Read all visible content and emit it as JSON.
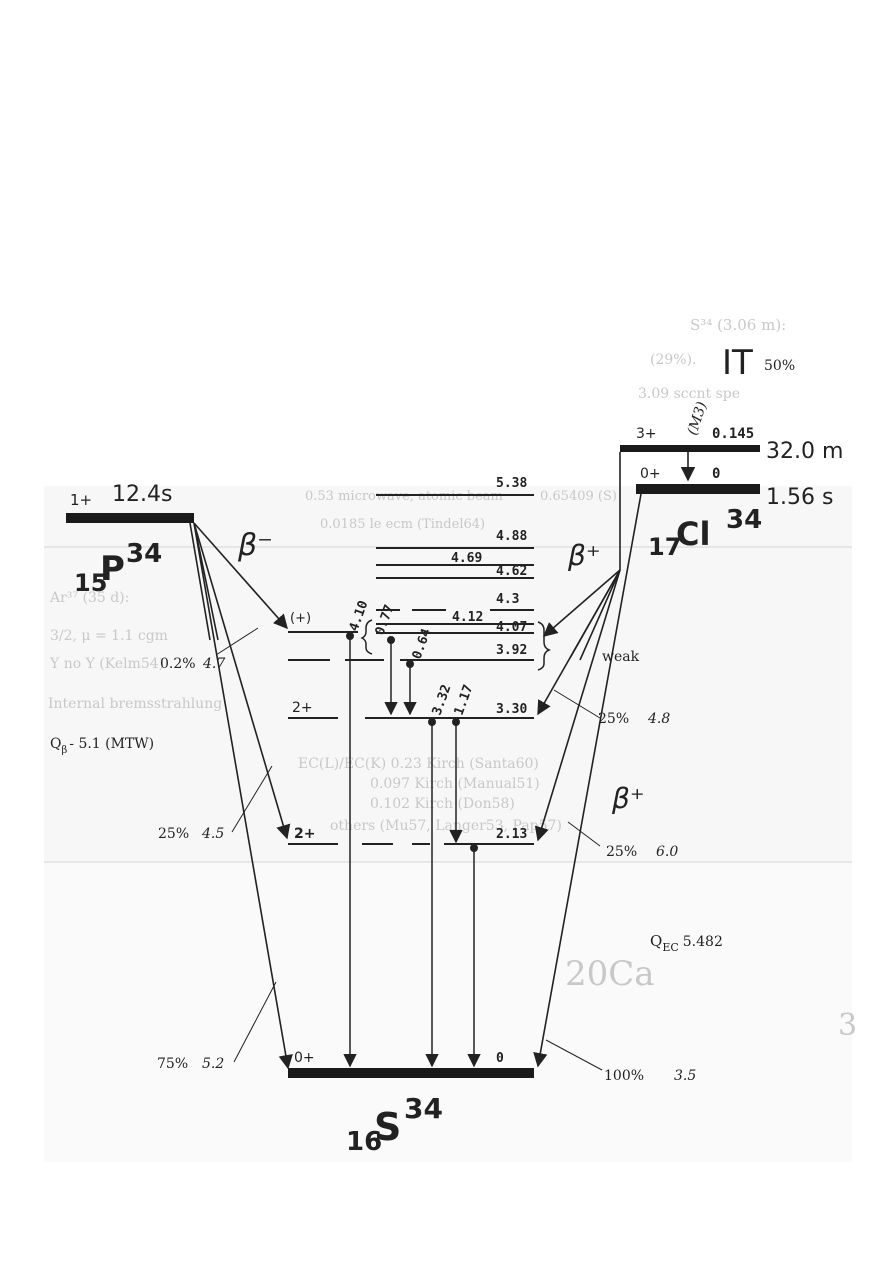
{
  "ghost_text": [
    "S³⁴ (3.06 m):",
    "(29%).",
    "3.09 sccnt spe",
    "0.53 microwave, atomic beam",
    "0.0185 le ecm (Tindel64)",
    "0.65409 (S)",
    "Ar³⁷ (35 d):",
    "3/2, μ = 1.1 cgm",
    "Y no Y (Kelm54)",
    "Internal bremsstrahlung",
    "EC(L)/EC(K) 0.23 Kirch (Santa60)",
    "0.097 Kirch (Manual51)",
    "0.102 Kirch (Don58)",
    "others (Mu57, Langer53, Pap57)",
    "20Ca",
    "3"
  ],
  "parents": {
    "p34": {
      "nucleus_Z": "15",
      "nucleus_sym": "P",
      "nucleus_A": "34",
      "halflife": "12.4s",
      "spin": "1+",
      "decay": "β⁻",
      "q_label": "Q",
      "q_sub": "β",
      "q_value": "- 5.1 (MTW)"
    },
    "cl34": {
      "nucleus_Z": "17",
      "nucleus_sym": "Cl",
      "nucleus_A": "34",
      "it_label": "IT",
      "it_pct": "50%",
      "m3": "(M3)",
      "iso_spin": "3+",
      "iso_energy": "0.145",
      "iso_halflife": "32.0 m",
      "gs_spin": "0+",
      "gs_energy": "0",
      "gs_halflife": "1.56 s",
      "decay1": "β⁺",
      "decay2": "β⁺",
      "weak": "weak",
      "q_label": "Q",
      "q_sub": "EC",
      "q_value": "5.482"
    }
  },
  "daughter": {
    "nucleus_Z": "16",
    "nucleus_sym": "S",
    "nucleus_A": "34"
  },
  "levels": [
    {
      "energy": "5.38"
    },
    {
      "energy": "4.88"
    },
    {
      "energy": "4.69"
    },
    {
      "energy": "4.62"
    },
    {
      "energy": "4.3"
    },
    {
      "energy": "4.12"
    },
    {
      "energy": "4.07",
      "spin": "(+)"
    },
    {
      "energy": "3.92"
    },
    {
      "energy": "3.30",
      "spin": "2+"
    },
    {
      "energy": "2.13",
      "spin": "2+"
    },
    {
      "energy": "0",
      "spin": "0+"
    }
  ],
  "gammas": [
    "4.10",
    "0.77",
    "0.64",
    "3.32",
    "1.17"
  ],
  "branches_left": [
    {
      "pct": "0.2%",
      "logft": "4.7"
    },
    {
      "pct": "25%",
      "logft": "4.5"
    },
    {
      "pct": "75%",
      "logft": "5.2"
    }
  ],
  "branches_right": [
    {
      "pct": "25%",
      "logft": "4.8"
    },
    {
      "pct": "25%",
      "logft": "6.0"
    },
    {
      "pct": "100%",
      "logft": "3.5"
    }
  ]
}
